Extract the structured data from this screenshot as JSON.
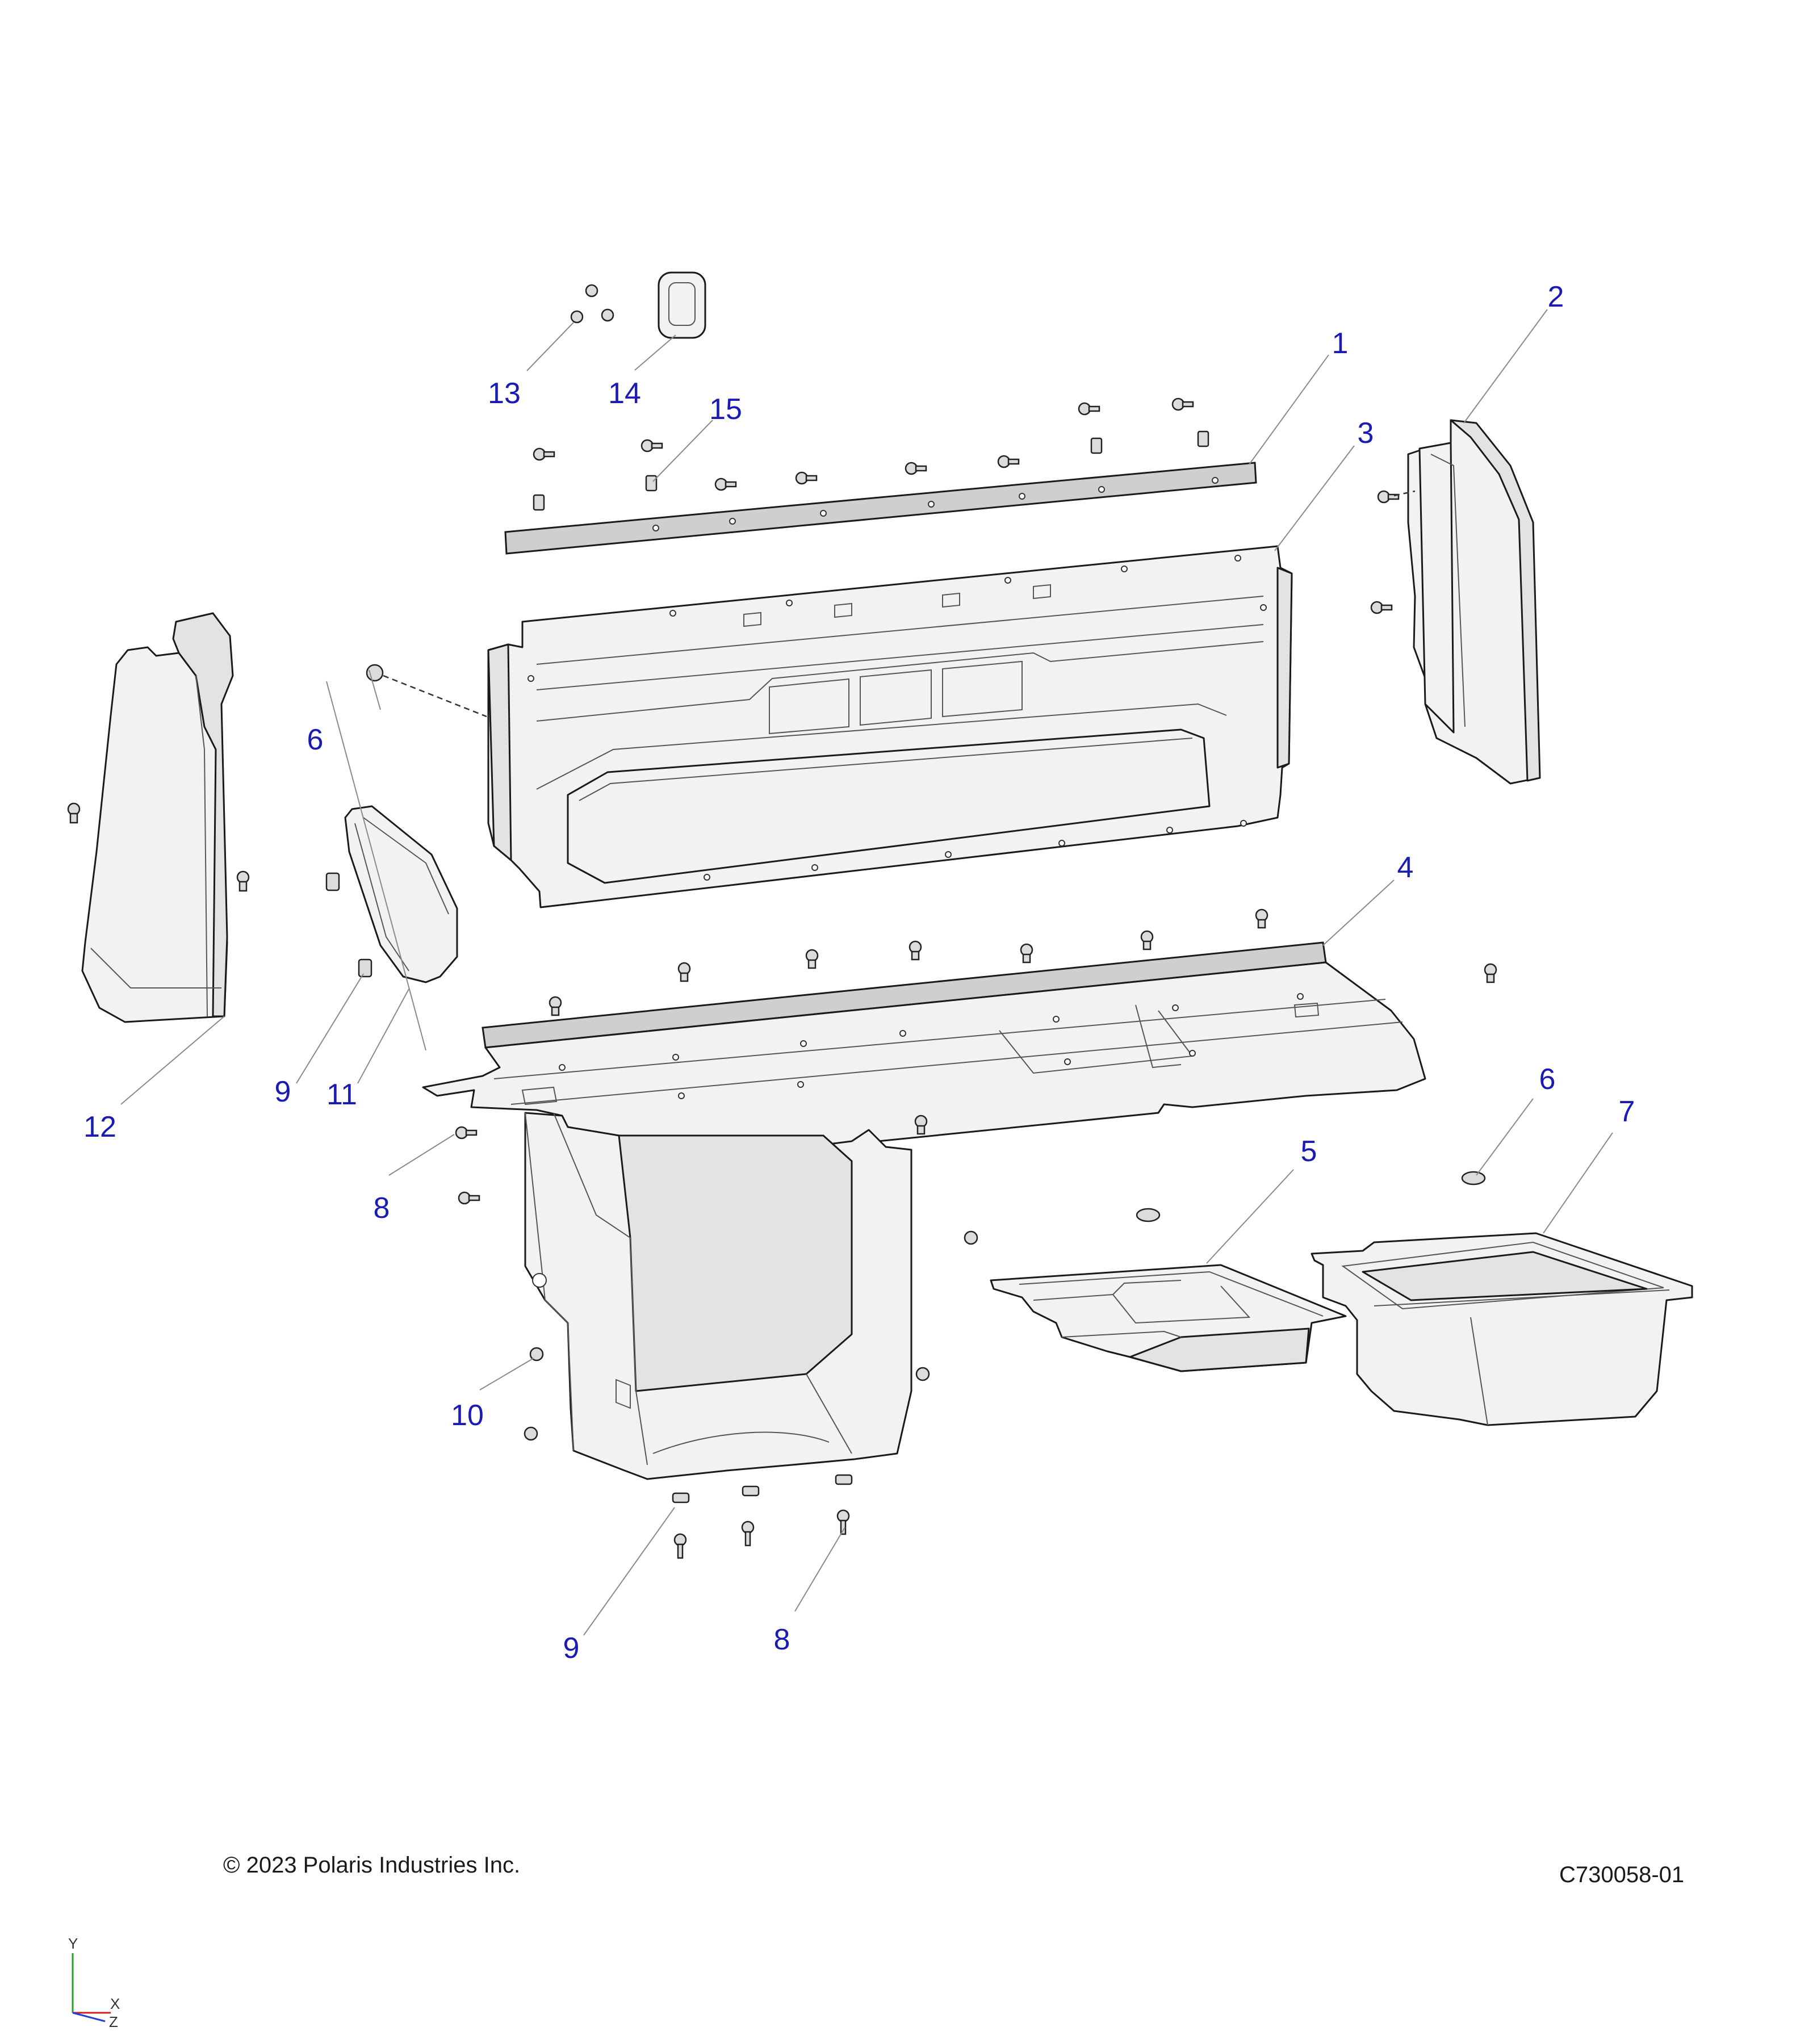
{
  "callouts": [
    {
      "id": "c1",
      "label": "1"
    },
    {
      "id": "c2",
      "label": "2"
    },
    {
      "id": "c3",
      "label": "3"
    },
    {
      "id": "c4",
      "label": "4"
    },
    {
      "id": "c5",
      "label": "5"
    },
    {
      "id": "c6a",
      "label": "6"
    },
    {
      "id": "c6b",
      "label": "6"
    },
    {
      "id": "c7",
      "label": "7"
    },
    {
      "id": "c8a",
      "label": "8"
    },
    {
      "id": "c8b",
      "label": "8"
    },
    {
      "id": "c9a",
      "label": "9"
    },
    {
      "id": "c9b",
      "label": "9"
    },
    {
      "id": "c10",
      "label": "10"
    },
    {
      "id": "c11",
      "label": "11"
    },
    {
      "id": "c12",
      "label": "12"
    },
    {
      "id": "c13",
      "label": "13"
    },
    {
      "id": "c14",
      "label": "14"
    },
    {
      "id": "c15",
      "label": "15"
    }
  ],
  "footer": {
    "copyright": "© 2023 Polaris Industries Inc.",
    "drawing_code": "C730058-01"
  },
  "axis": {
    "y": "Y",
    "x": "X",
    "z": "Z"
  }
}
